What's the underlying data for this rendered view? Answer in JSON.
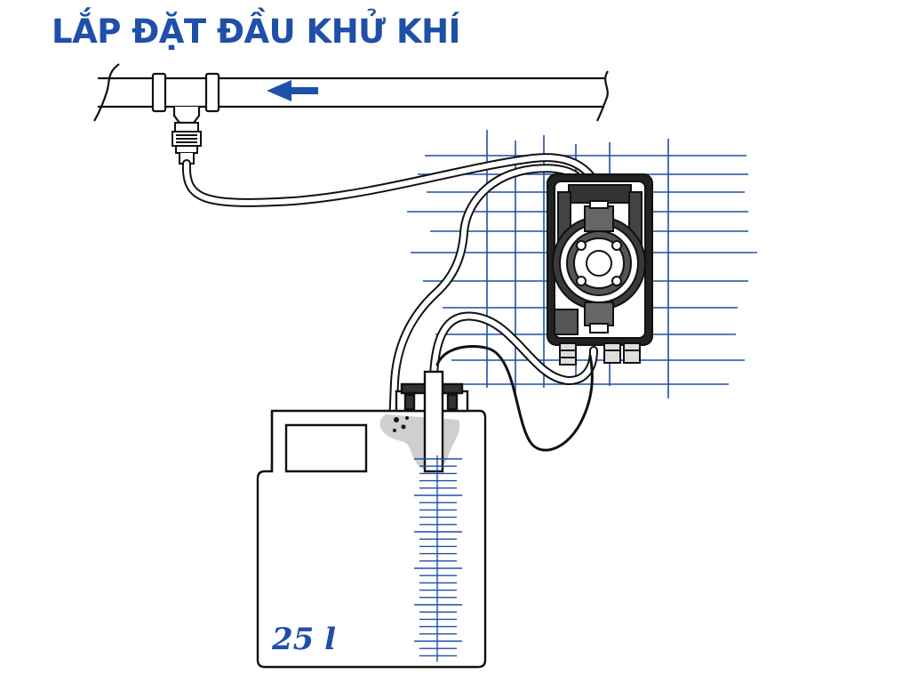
{
  "title": "LẮP ĐẶT ĐẦU KHỬ KHÍ",
  "tank": {
    "volume_label": "25 l"
  },
  "pipe": {
    "flow_direction": "left"
  },
  "colors": {
    "title": "#1f4fa8",
    "grid": "#1f4fa8",
    "tank_label": "#1f4fa8",
    "line": "#111111",
    "liquid": "#cfcfcf"
  },
  "icons": [
    "flow-arrow-icon",
    "pump-icon",
    "tank-icon",
    "valve-fitting-icon"
  ]
}
